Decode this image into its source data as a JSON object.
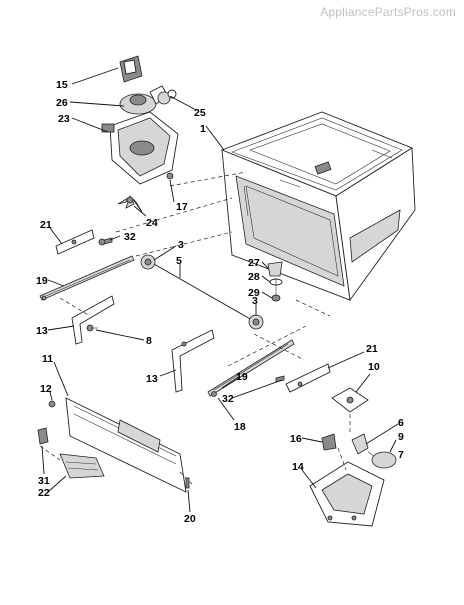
{
  "watermark": "AppliancePartsPros.com",
  "callouts": {
    "c15": "15",
    "c26": "26",
    "c23": "23",
    "c25": "25",
    "c1": "1",
    "c17": "17",
    "c24": "24",
    "c21a": "21",
    "c32a": "32",
    "c19a": "19",
    "c13a": "13",
    "c3a": "3",
    "c5": "5",
    "c27": "27",
    "c28": "28",
    "c29": "29",
    "c3b": "3",
    "c8": "8",
    "c13b": "13",
    "c11": "11",
    "c12": "12",
    "c21b": "21",
    "c10": "10",
    "c19b": "19",
    "c32b": "32",
    "c18": "18",
    "c16": "16",
    "c6": "6",
    "c9": "9",
    "c7": "7",
    "c31": "31",
    "c22": "22",
    "c14": "14",
    "c20": "20"
  }
}
